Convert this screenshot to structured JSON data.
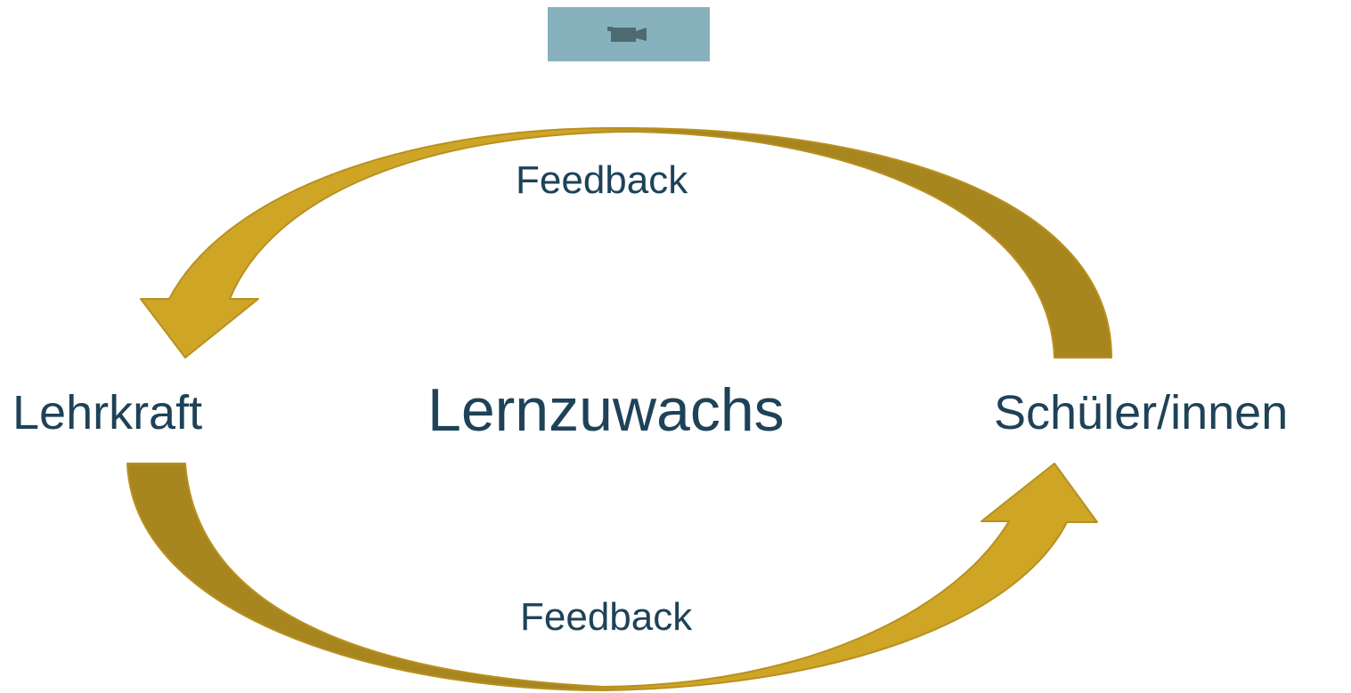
{
  "media_button": {
    "icon": "video-camera-icon",
    "background_color": "#87b1bd",
    "icon_color": "#4d6b71"
  },
  "diagram": {
    "center_label": "Lernzuwachs",
    "left_node": "Lehrkraft",
    "right_node": "Schüler/innen",
    "top_arrow_label": "Feedback",
    "bottom_arrow_label": "Feedback",
    "colors": {
      "text": "#1e4258",
      "arrow_light": "#cfa526",
      "arrow_dark": "#a8861f"
    }
  }
}
